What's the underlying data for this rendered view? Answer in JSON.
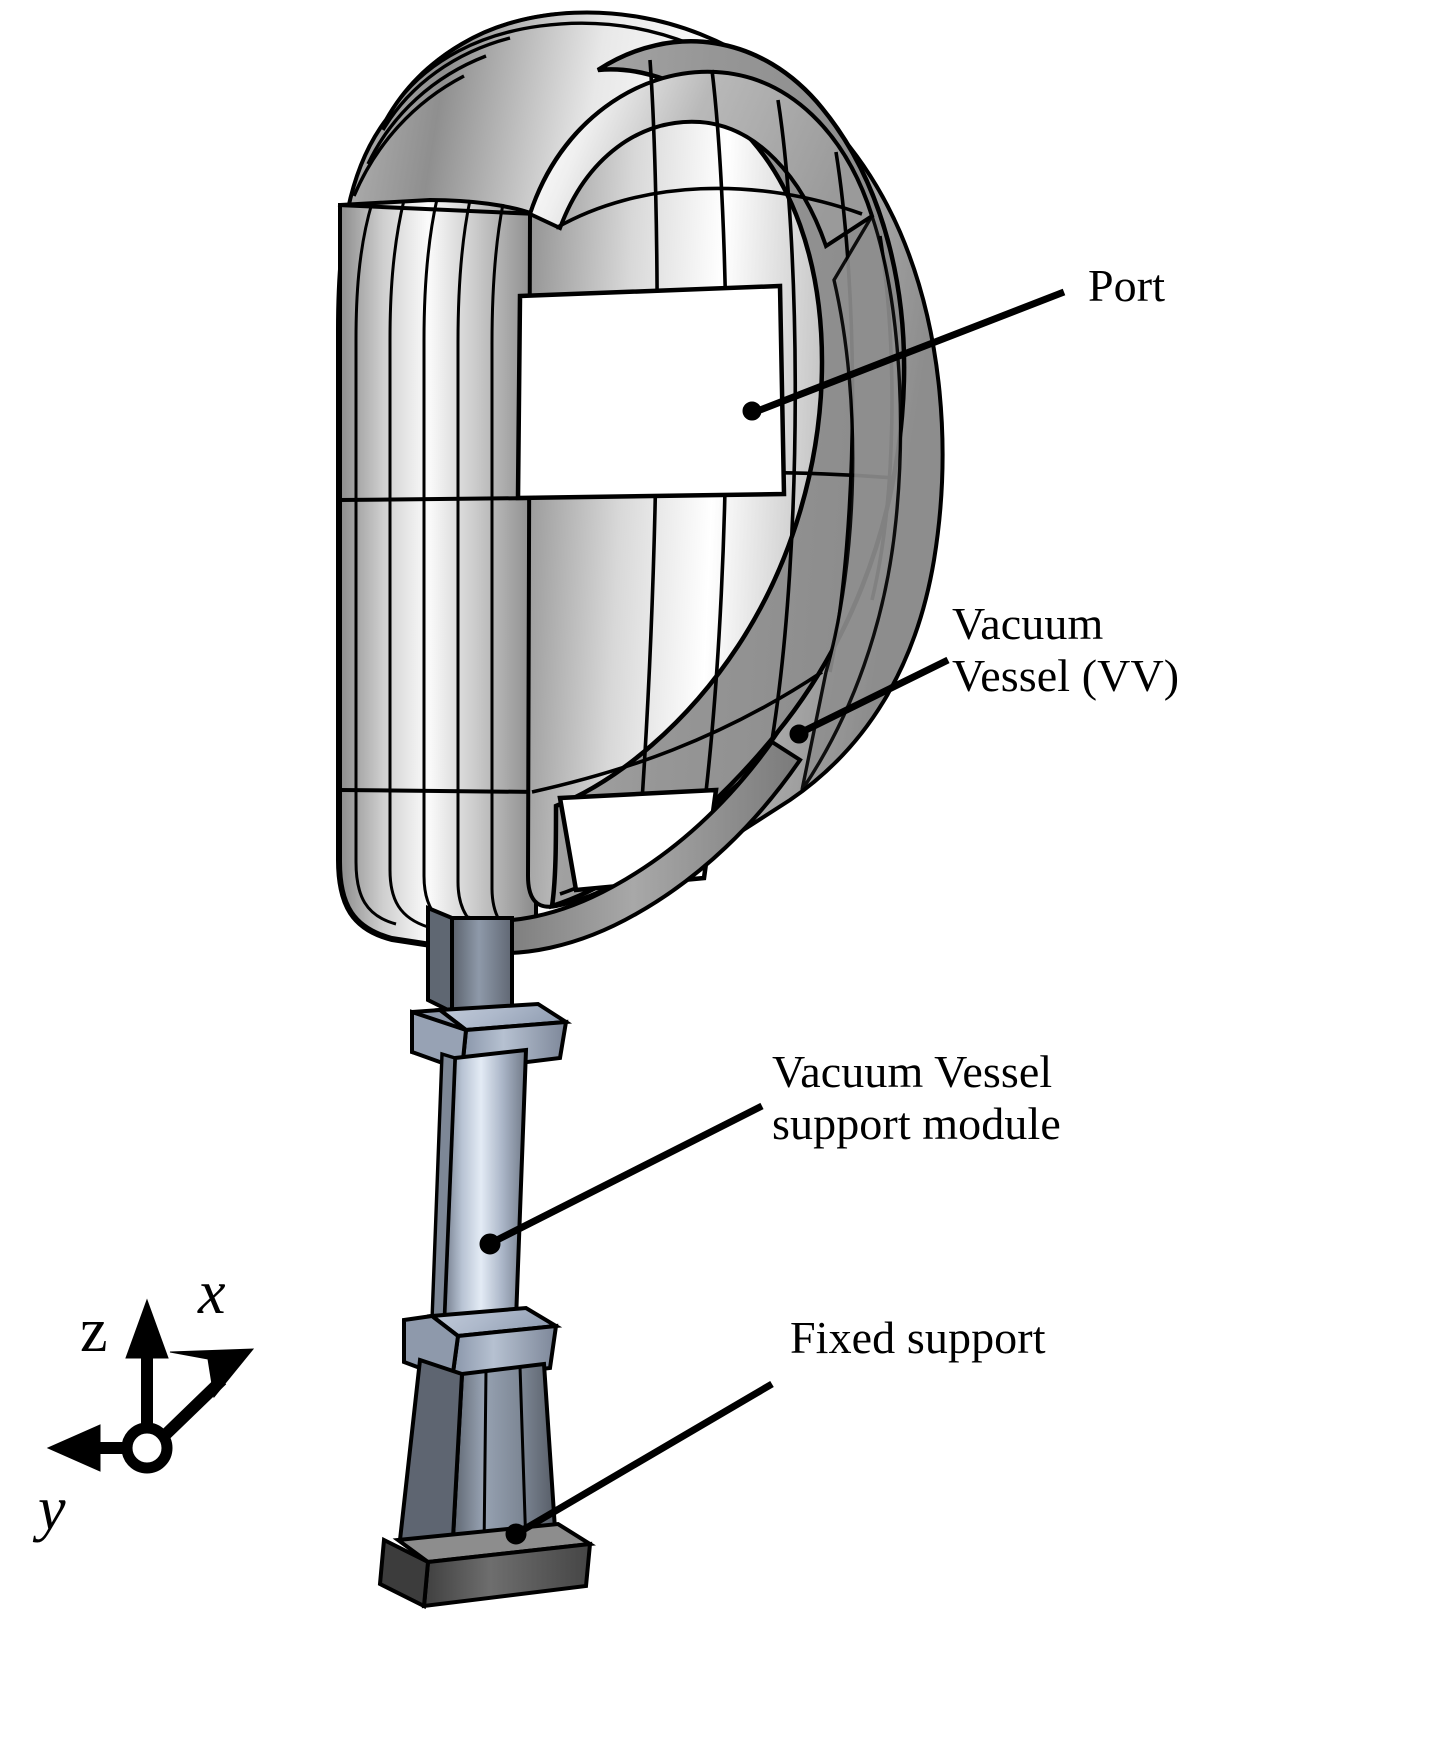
{
  "figure": {
    "kind": "engineering-assembly-diagram",
    "subject": "Vacuum vessel sector with support column and fixed support",
    "background_color": "#ffffff",
    "line_color": "#000000"
  },
  "callouts": [
    {
      "id": "port",
      "text": "Port",
      "lines": [
        "Port"
      ]
    },
    {
      "id": "vacuum-vessel",
      "text": "Vacuum Vessel (VV)",
      "lines": [
        "Vacuum",
        "Vessel (VV)"
      ]
    },
    {
      "id": "support-module",
      "text": "Vacuum Vessel support module",
      "lines": [
        "Vacuum Vessel",
        "support module"
      ]
    },
    {
      "id": "fixed-support",
      "text": "Fixed support",
      "lines": [
        "Fixed support"
      ]
    }
  ],
  "axes": {
    "name": "coordinate-triad",
    "origin_marker": "open-circle",
    "labels": {
      "x": "x",
      "y": "y",
      "z": "z"
    },
    "directions": {
      "x": "up-right",
      "y": "left",
      "z": "up"
    },
    "styles": {
      "x": "italic",
      "y": "italic",
      "z": "roman"
    }
  },
  "colors": {
    "vessel_light": "#f2f2f2",
    "vessel_mid": "#9e9e9e",
    "vessel_dark": "#6f6f6f",
    "vessel_shadow": "#8a8a8a",
    "support_steel_light": "#cdd6e4",
    "support_steel_mid": "#9aa6b8",
    "support_steel_dark": "#6b7585",
    "base_dark": "#4f4f4f",
    "base_mid": "#767676",
    "outline": "#000000"
  }
}
